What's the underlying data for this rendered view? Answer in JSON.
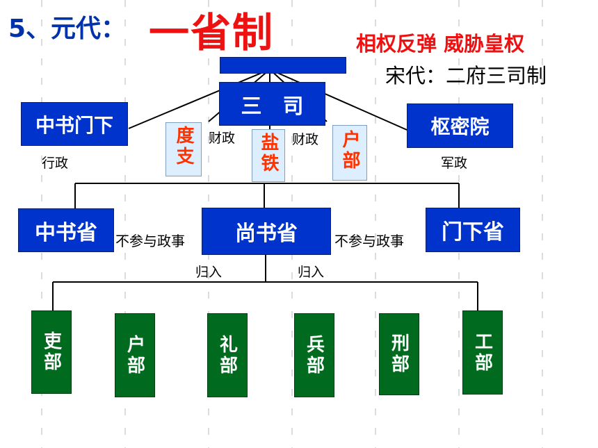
{
  "heading": {
    "prefix": "5、元代：",
    "main": "一省制",
    "subtitle_red": "相权反弹 威胁皇权",
    "subtitle_black": "宋代：二府三司制"
  },
  "top_row": {
    "left_box": "中书门下",
    "center_box": "三　司",
    "right_box": "枢密院",
    "left_note": "行政",
    "right_note": "军政"
  },
  "sansi_subs": [
    {
      "name": "度支",
      "note": "财政"
    },
    {
      "name": "盐铁",
      "note": "财政"
    },
    {
      "name": "户部",
      "note": ""
    }
  ],
  "middle_row": {
    "left_box": "中书省",
    "center_box": "尚书省",
    "right_box": "门下省",
    "left_note": "不参与政事",
    "right_note": "不参与政事"
  },
  "guiru": [
    "归入",
    "归入"
  ],
  "six_ministries": [
    "吏部",
    "户部",
    "礼部",
    "兵部",
    "刑部",
    "工部"
  ],
  "colors": {
    "title_blue": "#0033aa",
    "title_red": "#ee1111",
    "box_blue": "#0033cc",
    "box_green": "#006a1e",
    "sub_fill": "#ddeeff",
    "sub_text": "#ff3300"
  }
}
